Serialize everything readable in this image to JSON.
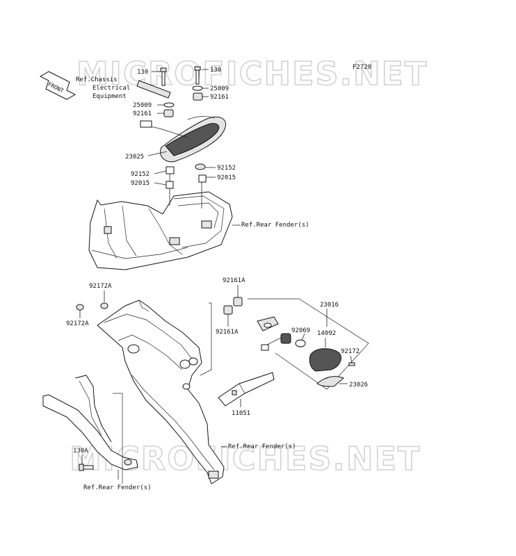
{
  "figure_code": "F2720",
  "watermarks": [
    "MICROFICHES.NET",
    "MICROFICHES.NET"
  ],
  "front_arrow": "FRONT",
  "refs": {
    "chassis_line1": "Ref.Chassis",
    "chassis_line2": "Electrical",
    "chassis_line3": "Equipment",
    "rear_fender_1": "Ref.Rear Fender(s)",
    "rear_fender_2": "Ref.Rear Fender(s)",
    "rear_fender_3": "Ref.Rear Fender(s)"
  },
  "parts": {
    "p130_left": "130",
    "p130_right": "130",
    "p25009_left": "25009",
    "p25009_right": "25009",
    "p92161_left": "92161",
    "p92161_right": "92161",
    "p23025": "23025",
    "p92152_left": "92152",
    "p92152_right": "92152",
    "p92015_left": "92015",
    "p92015_right": "92015",
    "p92172A_top": "92172A",
    "p92172A_left": "92172A",
    "p92161A_top": "92161A",
    "p92161A_bottom": "92161A",
    "p23016": "23016",
    "p92069": "92069",
    "p14092": "14092",
    "p92172": "92172",
    "p23026": "23026",
    "p11051": "11051",
    "p130A": "130A"
  }
}
